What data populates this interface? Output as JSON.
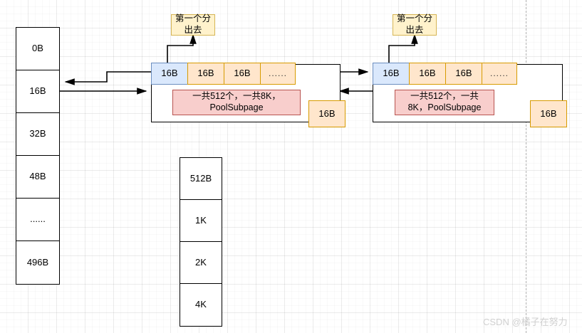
{
  "diagram": {
    "title": "Netty PoolSubpage memory allocation diagram",
    "colors": {
      "blue_fill": "#dae8fc",
      "blue_stroke": "#6c8ebf",
      "orange_fill": "#ffe6cc",
      "orange_stroke": "#d79b00",
      "pink_fill": "#f8cecc",
      "pink_stroke": "#b85450",
      "yellow_fill": "#fff2cc",
      "yellow_stroke": "#d6b656",
      "line": "#000000",
      "grid_major": "#e0e0e0",
      "grid_minor": "#f4f4f4",
      "dashed_guide": "#b5b5b5",
      "watermark": "#d0d0d0"
    },
    "size_table_left": {
      "name": "tiny-size-class-table",
      "cells": [
        "0B",
        "16B",
        "32B",
        "48B",
        "......",
        "496B"
      ]
    },
    "size_table_bottom": {
      "name": "small-size-class-table",
      "cells": [
        "512B",
        "1K",
        "2K",
        "4K"
      ]
    },
    "subpage_middle": {
      "name": "poolsubpage-middle",
      "chunks": [
        "16B",
        "16B",
        "16B",
        "......"
      ],
      "overflow_chunk": "16B",
      "note": "一共512个，一共8K，PoolSubpage",
      "callout": "第一个分\n出去",
      "callout_line1": "第一个分",
      "callout_line2": "出去"
    },
    "subpage_right": {
      "name": "poolsubpage-right",
      "chunks": [
        "16B",
        "16B",
        "16B",
        "......"
      ],
      "overflow_chunk": "16B",
      "note": "一共512个，一共8K，PoolSubpage",
      "note_line1": "一共512个，一共",
      "note_line2": "8K，PoolSubpage",
      "callout_line1": "第一个分",
      "callout_line2": "出去"
    },
    "watermark": "CSDN @橘子在努力"
  }
}
